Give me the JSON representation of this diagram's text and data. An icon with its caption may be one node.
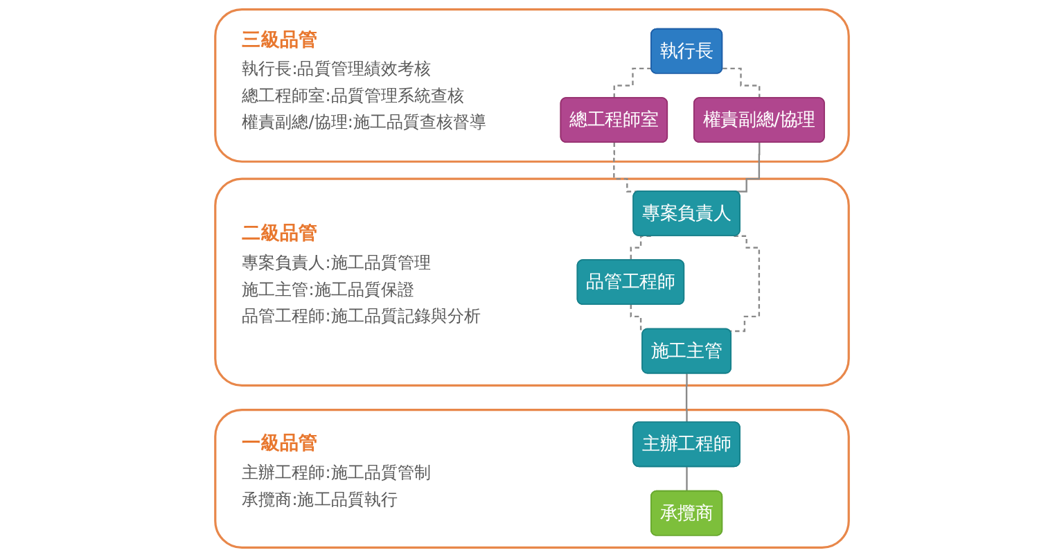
{
  "diagram": {
    "nodes": [
      {
        "text": [
          "三級品管",
          "執行長:品質管理績效考核",
          "總工程師室:品質管理系統查核",
          "權責副總/協理:施工品質查核督導"
        ]
      },
      {
        "text": [
          "執行長"
        ],
        "in": 0
      },
      {
        "text": [
          "總工程師室"
        ],
        "in": 0
      },
      {
        "text": [
          "權責副總/協理"
        ],
        "in": 0
      },
      {
        "text": [
          "二級品管",
          "專案負責人:施工品質管理",
          "施工主管:施工品質保證",
          "品管工程師:施工品質記錄與分析"
        ]
      },
      {
        "text": [
          "專案負責人"
        ],
        "in": 4
      },
      {
        "text": [
          "品管工程師"
        ],
        "in": 4
      },
      {
        "text": [
          "施工主管"
        ],
        "in": 4
      },
      {
        "text": [
          "一級品管",
          "主辦工程師:施工品質管制",
          "承攬商:施工品質執行"
        ]
      },
      {
        "text": [
          "主辦工程師"
        ],
        "in": 8
      },
      {
        "text": [
          "承攬商"
        ],
        "in": 8
      }
    ],
    "edges": [
      {
        "from": 1,
        "to": 2,
        "arrow": "none",
        "style": "dashed"
      },
      {
        "from": 1,
        "to": 3,
        "arrow": "none",
        "style": "dashed"
      },
      {
        "from": 2,
        "to": 5,
        "arrow": "none",
        "style": "dashed"
      },
      {
        "from": 3,
        "to": 5,
        "arrow": "none"
      },
      {
        "from": 5,
        "to": 6,
        "arrow": "none",
        "style": "dashed"
      },
      {
        "from": 6,
        "to": 7,
        "arrow": "none",
        "style": "dashed"
      },
      {
        "from": 5,
        "to": 7,
        "arrow": "none",
        "style": "dashed"
      },
      {
        "from": 7,
        "to": 9,
        "arrow": "none"
      },
      {
        "from": 9,
        "to": 10,
        "arrow": "none"
      }
    ]
  }
}
